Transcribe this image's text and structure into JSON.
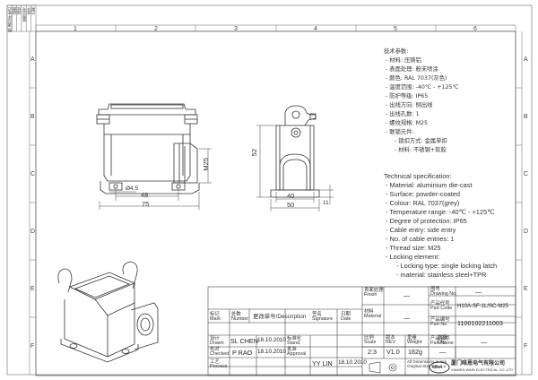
{
  "grid": {
    "columns": [
      "1",
      "2",
      "3",
      "4",
      "5",
      "6"
    ],
    "rows": [
      "A",
      "B",
      "C",
      "D",
      "E",
      "F"
    ]
  },
  "stamp_box": [
    "借(通)用件登记",
    "描图",
    "描校",
    "底图总号",
    "签字",
    "日期"
  ],
  "dimensions": {
    "front_width": "75",
    "front_inner": "48",
    "front_hole": "Ø4.5",
    "front_thread": "M25",
    "side_width": "50",
    "side_inner": "40",
    "side_height": "52",
    "side_small": "11"
  },
  "specs_cn": {
    "heading": "技术参数:",
    "items": [
      "- 材料: 压铸铝",
      "- 表面处理: 粉末喷涂",
      "- 颜色: RAL 7037(灰色)",
      "- 温度范围: -40℃ - +125℃",
      "- 防护等级: IP65",
      "- 出线方向: 侧出线",
      "- 出线孔数: 1",
      "- 螺纹规格: M25",
      "- 联锁元件:"
    ],
    "sub_items": [
      "- 锁扣方式: 金属单扣",
      "- 材料: 不锈钢+软胶"
    ]
  },
  "specs_en": {
    "heading": "Technical specification:",
    "items": [
      "- Material: aluminium die-cast",
      "- Surface: powder-coated",
      "- Colour: RAL 7037(grey)",
      "- Temperature range: -40℃ - +125℃",
      "- Degree of protection: IP65",
      "- Cable entry: side entry",
      "- No. of cable entries: 1",
      "- Thread size: M25",
      "- Locking element:"
    ],
    "sub_items": [
      "- Locking type: single locking latch",
      "- material: stainless steel+TPR"
    ]
  },
  "title_block": {
    "finish_label": "表面处理\nFinish",
    "finish_value": "—",
    "material_label": "材料\nMaterial",
    "material_value": "—",
    "drawing_no_label": "图号\nDrawing No.",
    "drawing_no_value": "—",
    "part_code_label": "产品代号\nPart Code",
    "part_code_value": "H10A-SF-1L/SC-M25",
    "part_no_label": "产品编号\nPart No.",
    "part_no_value": "1100102211003",
    "part_name_label": "产品名称\nPart Name",
    "part_name_value": "—",
    "mark_label": "标记\nMark",
    "number_label": "处数\nNumber",
    "description_label": "更改单号/Description",
    "signature_label": "签名\nSignature",
    "date_label": "日期\nDate",
    "drawn_label": "设计\nDrawn",
    "drawn_by": "SL CHEN",
    "drawn_date": "18.10.2010",
    "checked_label": "校对\nChecked",
    "checked_by": "P RAO",
    "checked_date": "18.10.2010",
    "process_label": "工艺\nProcess",
    "stand_label": "标准化\nStand.",
    "approval_label": "批准\nApproval",
    "approved_by": "YY LIN",
    "approved_date": "18.10.2010",
    "scale_label": "比例\nScale",
    "scale_value": "2:3",
    "rev_label": "版本\nREV",
    "rev_value": "V1.0",
    "weight_label": "重量\nWeight",
    "weight_value": "162g",
    "qty_label": "数量\nQty.",
    "qty_value": "—",
    "dimension_note": "All Dimensions in mm\nOriginal Size DIN A 4",
    "company_cn": "厦门唯恩电气有限公司",
    "company_en": "XIAMEN WAIN ELECTRICAL CO.,LTD",
    "logo_text": "WAIN"
  }
}
